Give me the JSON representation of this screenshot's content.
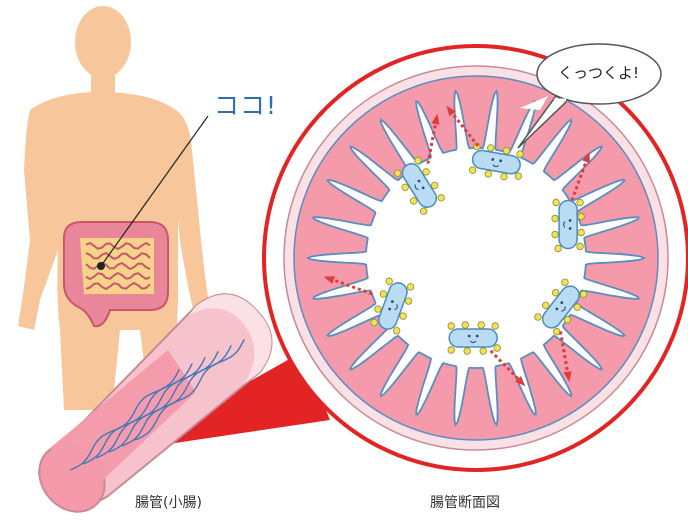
{
  "pointer_label": "ココ!",
  "speech_bubble": "くっつくよ!",
  "captions": {
    "tube": "腸管(小腸)",
    "cross_section": "腸管断面図"
  },
  "colors": {
    "skin": "#f7c79b",
    "intestine_wall": "#f2a0ae",
    "lumen": "#ffffff",
    "bacteria": "#b9dcf3",
    "bacteria_outline": "#4a8cc0",
    "adhesin": "#f1e34a",
    "arrow": "#e03a3a",
    "callout": "#e22424",
    "label_blue": "#2f6db3"
  }
}
